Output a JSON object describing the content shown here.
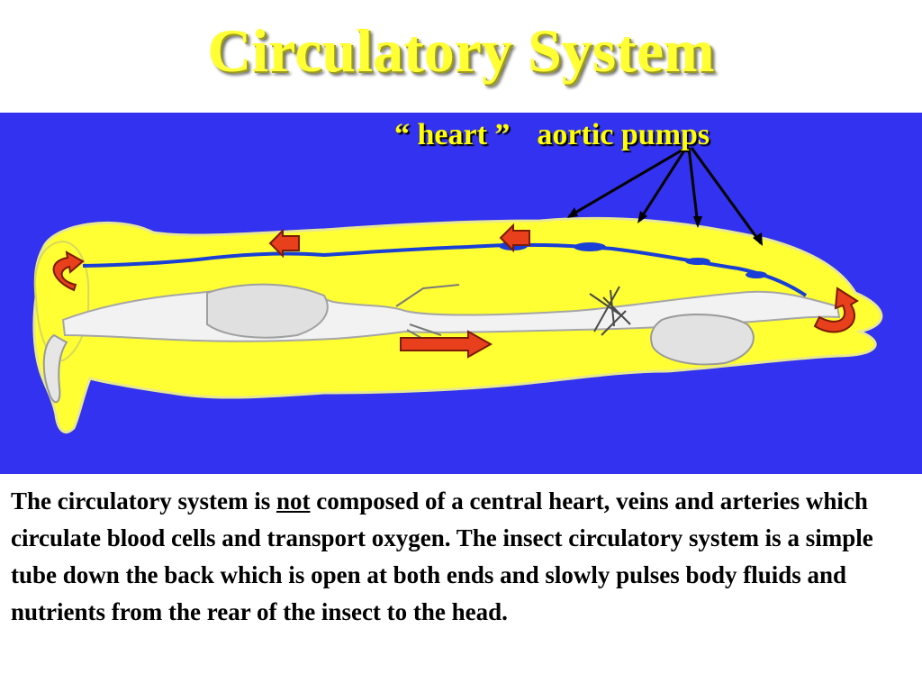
{
  "title": "Circulatory System",
  "labels": {
    "heart": "“ heart ”",
    "aortic": "aortic pumps"
  },
  "caption": {
    "before": "The circulatory system is ",
    "emphasis": "not",
    "after": " composed of a central heart, veins and arteries which circulate blood cells and transport oxygen.  The insect circulatory system is a simple tube down the back which is open at both ends and slowly pulses body fluids and nutrients from the rear of the insect to the head."
  },
  "colors": {
    "background_panel": "#3232f0",
    "insect_body": "#ffff33",
    "dorsal_vessel": "#1a3fd6",
    "flow_arrows": "#e8401c",
    "title": "#ffff33"
  }
}
